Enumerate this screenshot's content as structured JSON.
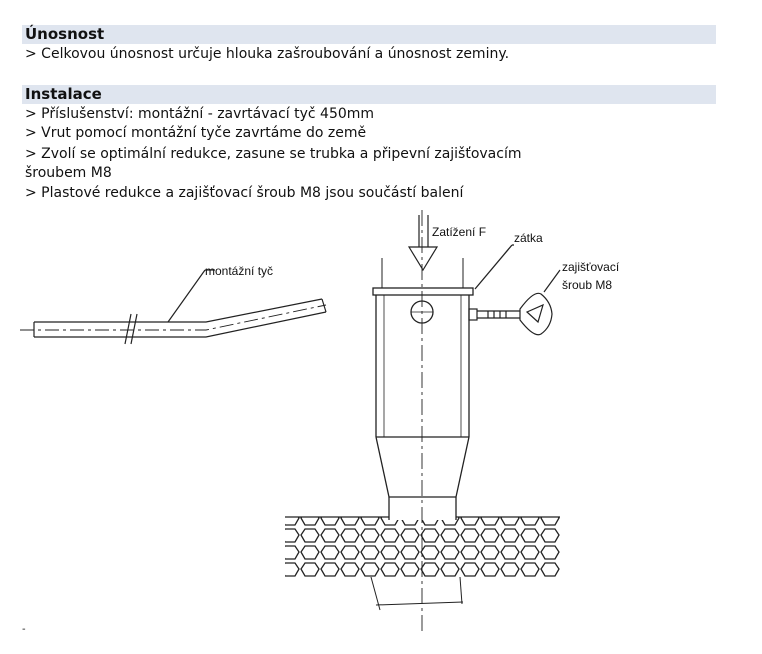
{
  "sections": [
    {
      "title": "Únosnost",
      "lines": [
        "> Celkovou únosnost určuje hlouka zašroubování a únosnost zeminy."
      ]
    },
    {
      "title": "Instalace",
      "lines": [
        "> Příslušenství: montážní - zavrtávací tyč 450mm",
        "> Vrut pomocí montážní tyče zavrtáme do země",
        "> Zvolí se optimální redukce, zasune se trubka a připevní zajišťovacím",
        " šroubem M8",
        "> Plastové redukce a zajišťovací šroub M8 jsou součástí balení"
      ]
    }
  ],
  "diagram": {
    "label_rod": "montážní tyč",
    "label_load": "Zatížení F",
    "label_cap": "zátka",
    "label_screw_1": "zajišťovací",
    "label_screw_2": "šroub M8",
    "page_mark": "-"
  }
}
